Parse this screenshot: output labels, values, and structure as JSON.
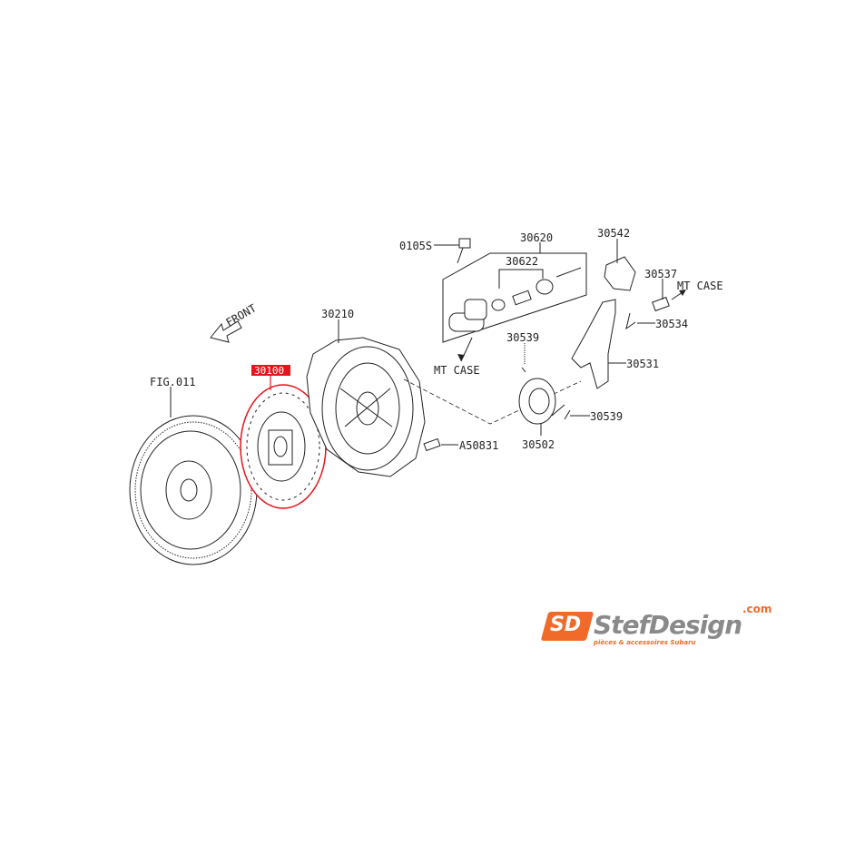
{
  "diagram": {
    "front_label": "FRONT",
    "highlight_color": "#e8141b",
    "parts": {
      "flywheel_ref": "FIG.011",
      "clutch_disc": "30100",
      "pressure_plate": "30210",
      "bolt_top": "0105S",
      "operating_cylinder": "30620",
      "repair_kit": "30622",
      "boot": "30542",
      "pivot": "30537",
      "mt_case_right": "MT CASE",
      "spring_clip": "30534",
      "clip_upper": "30539",
      "mt_case_left": "MT CASE",
      "release_fork": "30531",
      "clip_lower": "30539",
      "release_bearing": "30502",
      "bolt_plate": "A50831"
    }
  },
  "logo": {
    "mark": "SD",
    "brand": "StefDesign",
    "tld": ".com",
    "tagline": "pièces & accessoires Subaru",
    "accent": "#f06a2a"
  }
}
